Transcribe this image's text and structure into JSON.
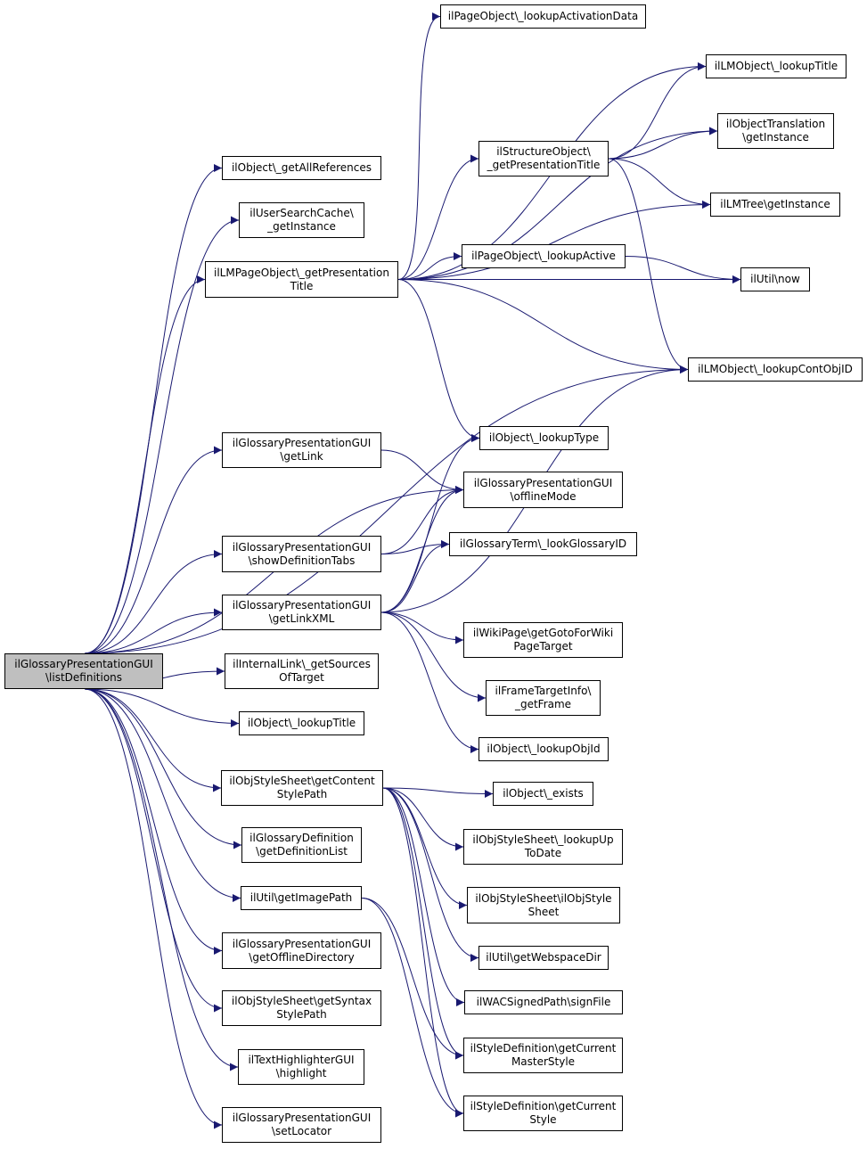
{
  "graph": {
    "edge_color": "#191970",
    "root_fill": "#bfbfbf",
    "nodes": [
      {
        "id": "root",
        "lines": [
          "ilGlossaryPresentationGUI",
          "\\listDefinitions"
        ]
      },
      {
        "id": "getAllReferences",
        "lines": [
          "ilObject\\_getAllReferences"
        ]
      },
      {
        "id": "userSearchCache",
        "lines": [
          "ilUserSearchCache\\",
          "_getInstance"
        ]
      },
      {
        "id": "lmPageObject",
        "lines": [
          "ilLMPageObject\\_getPresentation",
          "Title"
        ]
      },
      {
        "id": "getLink",
        "lines": [
          "ilGlossaryPresentationGUI",
          "\\getLink"
        ]
      },
      {
        "id": "showDefTabs",
        "lines": [
          "ilGlossaryPresentationGUI",
          "\\showDefinitionTabs"
        ]
      },
      {
        "id": "getLinkXML",
        "lines": [
          "ilGlossaryPresentationGUI",
          "\\getLinkXML"
        ]
      },
      {
        "id": "internalLink",
        "lines": [
          "ilInternalLink\\_getSources",
          "OfTarget"
        ]
      },
      {
        "id": "objLookupTitle",
        "lines": [
          "ilObject\\_lookupTitle"
        ]
      },
      {
        "id": "styleContentPath",
        "lines": [
          "ilObjStyleSheet\\getContent",
          "StylePath"
        ]
      },
      {
        "id": "glossDefList",
        "lines": [
          "ilGlossaryDefinition",
          "\\getDefinitionList"
        ]
      },
      {
        "id": "utilImagePath",
        "lines": [
          "ilUtil\\getImagePath"
        ]
      },
      {
        "id": "offlineDir",
        "lines": [
          "ilGlossaryPresentationGUI",
          "\\getOfflineDirectory"
        ]
      },
      {
        "id": "syntaxStyle",
        "lines": [
          "ilObjStyleSheet\\getSyntax",
          "StylePath"
        ]
      },
      {
        "id": "highlight",
        "lines": [
          "ilTextHighlighterGUI",
          "\\highlight"
        ]
      },
      {
        "id": "setLocator",
        "lines": [
          "ilGlossaryPresentationGUI",
          "\\setLocator"
        ]
      },
      {
        "id": "lookupActivation",
        "lines": [
          "ilPageObject\\_lookupActivationData"
        ]
      },
      {
        "id": "lmLookupTitle",
        "lines": [
          "ilLMObject\\_lookupTitle"
        ]
      },
      {
        "id": "objTranslation",
        "lines": [
          "ilObjectTranslation",
          "\\getInstance"
        ]
      },
      {
        "id": "structureObject",
        "lines": [
          "ilStructureObject\\",
          "_getPresentationTitle"
        ]
      },
      {
        "id": "lmTree",
        "lines": [
          "ilLMTree\\getInstance"
        ]
      },
      {
        "id": "pageLookupActive",
        "lines": [
          "ilPageObject\\_lookupActive"
        ]
      },
      {
        "id": "utilNow",
        "lines": [
          "ilUtil\\now"
        ]
      },
      {
        "id": "lookupContObjID",
        "lines": [
          "ilLMObject\\_lookupContObjID"
        ]
      },
      {
        "id": "lookupType",
        "lines": [
          "ilObject\\_lookupType"
        ]
      },
      {
        "id": "offlineMode",
        "lines": [
          "ilGlossaryPresentationGUI",
          "\\offlineMode"
        ]
      },
      {
        "id": "lookGlossaryID",
        "lines": [
          "ilGlossaryTerm\\_lookGlossaryID"
        ]
      },
      {
        "id": "wikiGoto",
        "lines": [
          "ilWikiPage\\getGotoForWiki",
          "PageTarget"
        ]
      },
      {
        "id": "frameTarget",
        "lines": [
          "ilFrameTargetInfo\\",
          "_getFrame"
        ]
      },
      {
        "id": "lookupObjId",
        "lines": [
          "ilObject\\_lookupObjId"
        ]
      },
      {
        "id": "objExists",
        "lines": [
          "ilObject\\_exists"
        ]
      },
      {
        "id": "lookupUpToDate",
        "lines": [
          "ilObjStyleSheet\\_lookupUp",
          "ToDate"
        ]
      },
      {
        "id": "ilObjStyleSheet",
        "lines": [
          "ilObjStyleSheet\\ilObjStyle",
          "Sheet"
        ]
      },
      {
        "id": "webspaceDir",
        "lines": [
          "ilUtil\\getWebspaceDir"
        ]
      },
      {
        "id": "signFile",
        "lines": [
          "ilWACSignedPath\\signFile"
        ]
      },
      {
        "id": "masterStyle",
        "lines": [
          "ilStyleDefinition\\getCurrent",
          "MasterStyle"
        ]
      },
      {
        "id": "currentStyle",
        "lines": [
          "ilStyleDefinition\\getCurrent",
          "Style"
        ]
      }
    ],
    "edges": [
      [
        "root",
        "getAllReferences"
      ],
      [
        "root",
        "userSearchCache"
      ],
      [
        "root",
        "lmPageObject"
      ],
      [
        "root",
        "lookupContObjID"
      ],
      [
        "root",
        "getLink"
      ],
      [
        "root",
        "offlineMode"
      ],
      [
        "root",
        "showDefTabs"
      ],
      [
        "root",
        "getLinkXML"
      ],
      [
        "root",
        "internalLink"
      ],
      [
        "root",
        "objLookupTitle"
      ],
      [
        "root",
        "styleContentPath"
      ],
      [
        "root",
        "glossDefList"
      ],
      [
        "root",
        "utilImagePath"
      ],
      [
        "root",
        "offlineDir"
      ],
      [
        "root",
        "syntaxStyle"
      ],
      [
        "root",
        "highlight"
      ],
      [
        "root",
        "setLocator"
      ],
      [
        "lmPageObject",
        "lookupActivation"
      ],
      [
        "lmPageObject",
        "lmLookupTitle"
      ],
      [
        "lmPageObject",
        "objTranslation"
      ],
      [
        "lmPageObject",
        "structureObject"
      ],
      [
        "lmPageObject",
        "lmTree"
      ],
      [
        "lmPageObject",
        "pageLookupActive"
      ],
      [
        "lmPageObject",
        "utilNow"
      ],
      [
        "lmPageObject",
        "lookupContObjID"
      ],
      [
        "lmPageObject",
        "lookupType"
      ],
      [
        "structureObject",
        "lmLookupTitle"
      ],
      [
        "structureObject",
        "objTranslation"
      ],
      [
        "structureObject",
        "lmTree"
      ],
      [
        "structureObject",
        "lookupContObjID"
      ],
      [
        "pageLookupActive",
        "utilNow"
      ],
      [
        "getLink",
        "offlineMode"
      ],
      [
        "showDefTabs",
        "offlineMode"
      ],
      [
        "showDefTabs",
        "lookGlossaryID"
      ],
      [
        "getLinkXML",
        "lookupType"
      ],
      [
        "getLinkXML",
        "offlineMode"
      ],
      [
        "getLinkXML",
        "lookGlossaryID"
      ],
      [
        "getLinkXML",
        "lookupContObjID"
      ],
      [
        "getLinkXML",
        "wikiGoto"
      ],
      [
        "getLinkXML",
        "frameTarget"
      ],
      [
        "getLinkXML",
        "lookupObjId"
      ],
      [
        "styleContentPath",
        "objExists"
      ],
      [
        "styleContentPath",
        "lookupUpToDate"
      ],
      [
        "styleContentPath",
        "ilObjStyleSheet"
      ],
      [
        "styleContentPath",
        "webspaceDir"
      ],
      [
        "styleContentPath",
        "signFile"
      ],
      [
        "styleContentPath",
        "masterStyle"
      ],
      [
        "styleContentPath",
        "currentStyle"
      ],
      [
        "utilImagePath",
        "masterStyle"
      ],
      [
        "utilImagePath",
        "currentStyle"
      ]
    ]
  }
}
